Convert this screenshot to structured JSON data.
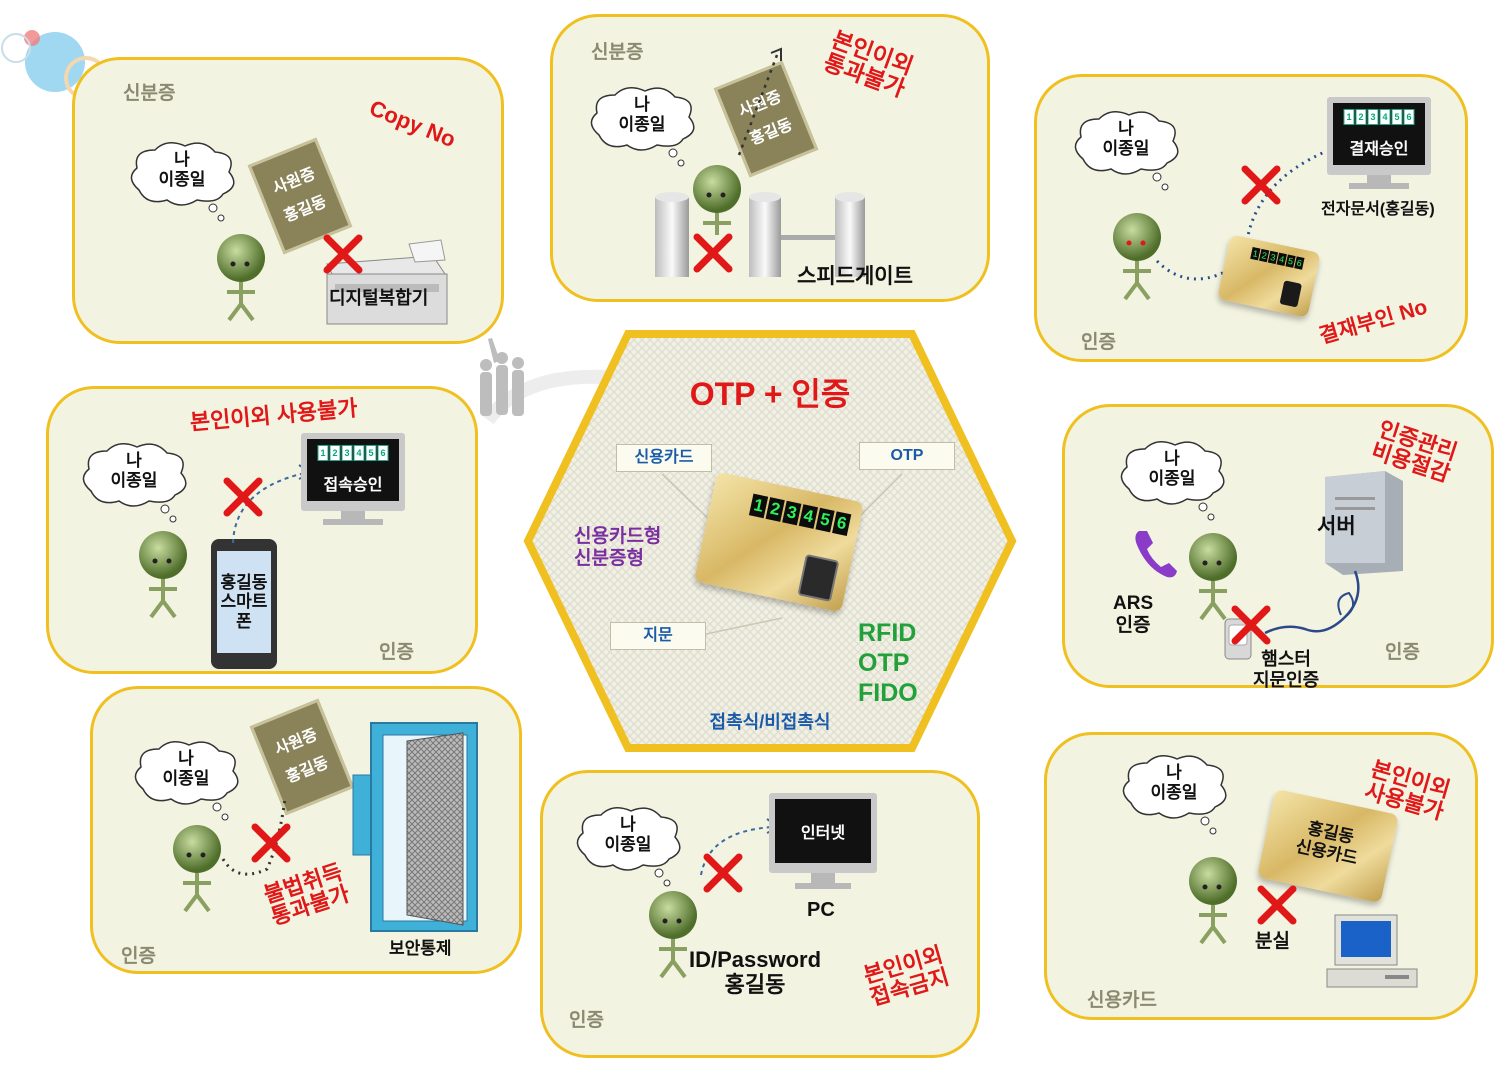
{
  "colors": {
    "border": "#f0c020",
    "panel": "#f3f3e2",
    "red": "#e01818",
    "green": "#22a03a",
    "blue": "#1a5aa8",
    "purple": "#7a2ea0"
  },
  "cloud_text": [
    "나",
    "이종일"
  ],
  "center": {
    "title": "OTP + 인증",
    "credit_card_label": "신용카드",
    "otp_label": "OTP",
    "card_type": [
      "신용카드형",
      "신분증형"
    ],
    "fingerprint_label": "지문",
    "techs": [
      "RFID",
      "OTP",
      "FIDO"
    ],
    "contact": "접촉식/비접촉식",
    "digits": [
      "1",
      "2",
      "3",
      "4",
      "5",
      "6"
    ]
  },
  "panels": {
    "copier": {
      "label": "신분증",
      "warn": "Copy No",
      "card": [
        "사원증",
        "홍길동"
      ],
      "device": "디지털복합기"
    },
    "gate": {
      "label": "신분증",
      "warn": [
        "본인이외",
        "통과불가"
      ],
      "card": [
        "사원증",
        "홍길동"
      ],
      "device": "스피드게이트"
    },
    "payment": {
      "label": "인증",
      "screen": "결재승인",
      "doc": "전자문서(홍길동)",
      "warn": "결재부인 No"
    },
    "phone": {
      "label": "인증",
      "warn": "본인이외 사용불가",
      "screen": "접속승인",
      "phone": [
        "홍길동",
        "스마트",
        "폰"
      ]
    },
    "server": {
      "label": "인증",
      "warn": [
        "인증관리",
        "비용절감"
      ],
      "server": "서버",
      "ars": [
        "ARS",
        "인증"
      ],
      "hamster": [
        "햄스터",
        "지문인증"
      ]
    },
    "door": {
      "label": "인증",
      "card": [
        "사원증",
        "홍길동"
      ],
      "warn": [
        "불법취득",
        "통과불가"
      ],
      "door": "보안통제"
    },
    "pc": {
      "label": "인증",
      "screen": "인터넷",
      "pc": "PC",
      "login": [
        "ID/Password",
        "홍길동"
      ],
      "warn": [
        "본인이외",
        "접속금지"
      ]
    },
    "credit": {
      "label": "신용카드",
      "warn": [
        "본인이외",
        "사용불가"
      ],
      "card": [
        "홍길동",
        "신용카드"
      ],
      "lost": "분실"
    }
  },
  "otp_digits_small": [
    "1",
    "2",
    "3",
    "4",
    "5",
    "6"
  ]
}
